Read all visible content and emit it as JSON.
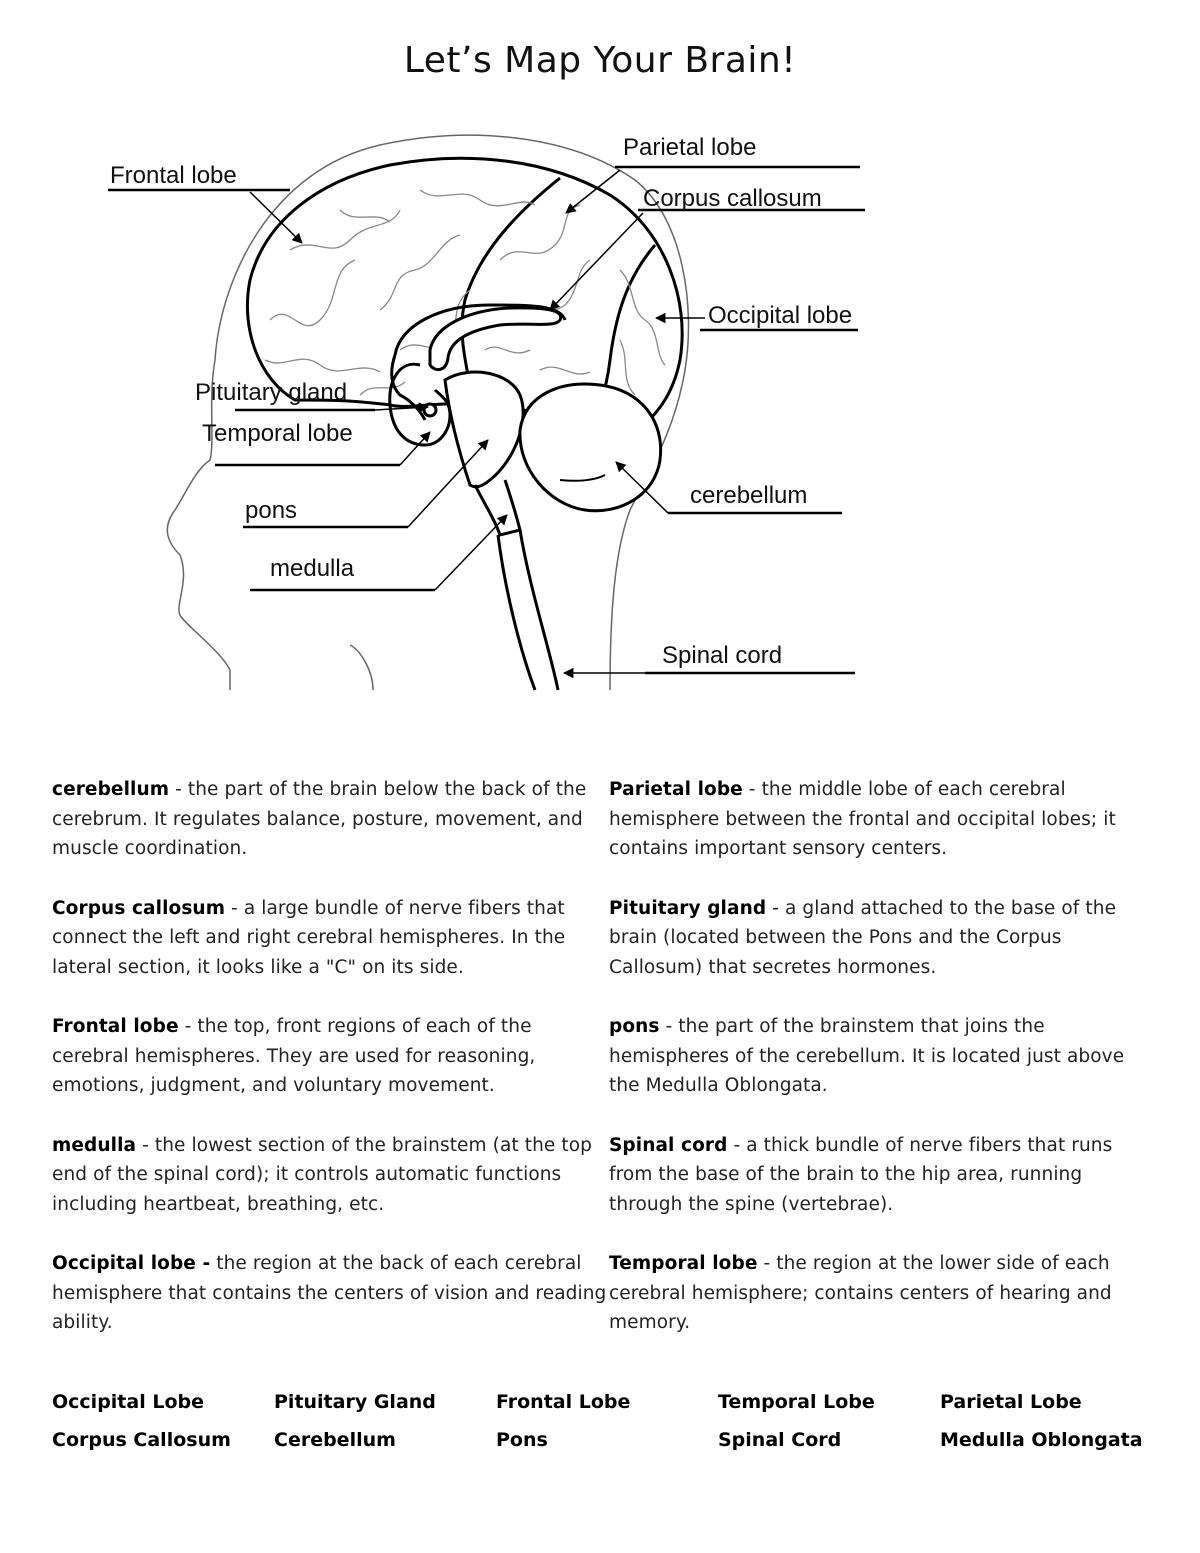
{
  "title": "Let’s Map Your Brain!",
  "diagram": {
    "labels": {
      "frontal": "Frontal lobe",
      "parietal": "Parietal lobe",
      "corpus": "Corpus callosum",
      "occipital": "Occipital lobe",
      "pituitary": "Pituitary gland",
      "temporal": "Temporal lobe",
      "cerebellum": "cerebellum",
      "pons": "pons",
      "medulla": "medulla",
      "spinal": "Spinal cord"
    }
  },
  "definitions": [
    {
      "term": "cerebellum",
      "sep": " - ",
      "text": "the part of the brain below the back of the cerebrum. It regulates balance, posture, movement, and muscle coordination."
    },
    {
      "term": "Parietal lobe",
      "sep": " - ",
      "text": "the middle lobe of each cerebral hemisphere between the frontal and occipital lobes; it contains important sensory centers."
    },
    {
      "term": "Corpus callosum",
      "sep": " - ",
      "text": "a large bundle of nerve fibers that connect the left and right cerebral hemispheres. In the lateral section, it looks like a \"C\" on its side."
    },
    {
      "term": "Pituitary gland",
      "sep": " - ",
      "text": "a gland attached to the base of the brain (located between the Pons and the Corpus Callosum) that secretes hormones."
    },
    {
      "term": "Frontal lobe",
      "sep": " - ",
      "text": "the top, front regions of each of the cerebral hemispheres. They are used for reasoning, emotions, judgment, and voluntary movement."
    },
    {
      "term": "pons",
      "sep": " - ",
      "text": "the part of the brainstem that joins the hemispheres of the cerebellum. It is located just above the Medulla Oblongata."
    },
    {
      "term": "medulla",
      "sep": " - ",
      "text": "the lowest section of the brainstem (at the top end of the spinal cord); it controls automatic functions including heartbeat, breathing, etc."
    },
    {
      "term": "Spinal cord",
      "sep": " - ",
      "text": "a thick bundle of nerve fibers that runs from the base of the brain to the hip area, running through the spine (vertebrae)."
    },
    {
      "term": "Occipital lobe -",
      "sep": " ",
      "text": "the region at the back of each cerebral hemisphere that contains the centers of vision and reading ability."
    },
    {
      "term": "Temporal lobe",
      "sep": " - ",
      "text": "the region at the lower side of each cerebral hemisphere; contains centers of hearing and memory."
    }
  ],
  "word_bank": [
    "Occipital Lobe",
    "Pituitary Gland",
    "Frontal Lobe",
    "Temporal Lobe",
    "Parietal Lobe",
    "Corpus Callosum",
    "Cerebellum",
    "Pons",
    "Spinal Cord",
    "Medulla Oblongata"
  ]
}
